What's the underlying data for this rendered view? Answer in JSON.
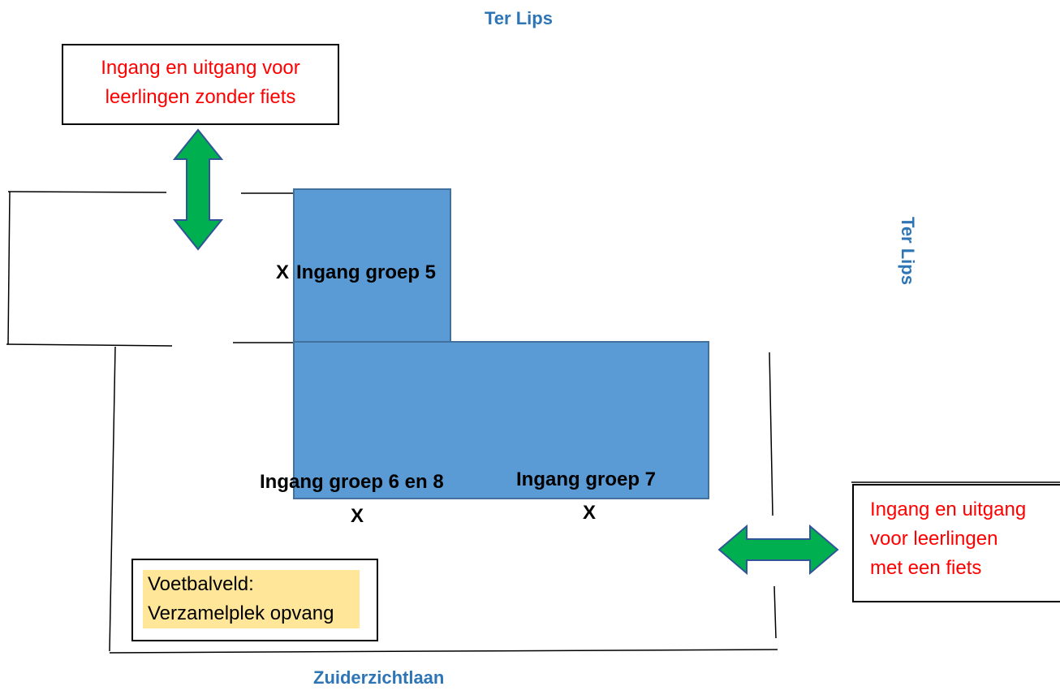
{
  "streets": {
    "top": "Ter Lips",
    "right": "Ter Lips",
    "bottom": "Zuiderzichtlaan"
  },
  "entrances": {
    "no_bike": [
      "Ingang en uitgang voor",
      "leerlingen zonder fiets"
    ],
    "bike": [
      "Ingang en uitgang",
      "voor leerlingen",
      "met een fiets"
    ]
  },
  "building": {
    "group5": "Ingang groep 5",
    "group5_marker": "X",
    "group6_8": "Ingang groep 6 en 8",
    "group6_8_marker": "X",
    "group7": "Ingang groep 7",
    "group7_marker": "X"
  },
  "football": {
    "line1": "Voetbalveld:",
    "line2": "Verzamelplek opvang"
  },
  "colors": {
    "building": "#5b9bd5",
    "building_border": "#41719c",
    "arrow": "#00b050",
    "arrow_border": "#2f5597",
    "street_text": "#2e75b6",
    "entrance_text": "#ff0000",
    "football_bg": "#ffe699"
  }
}
